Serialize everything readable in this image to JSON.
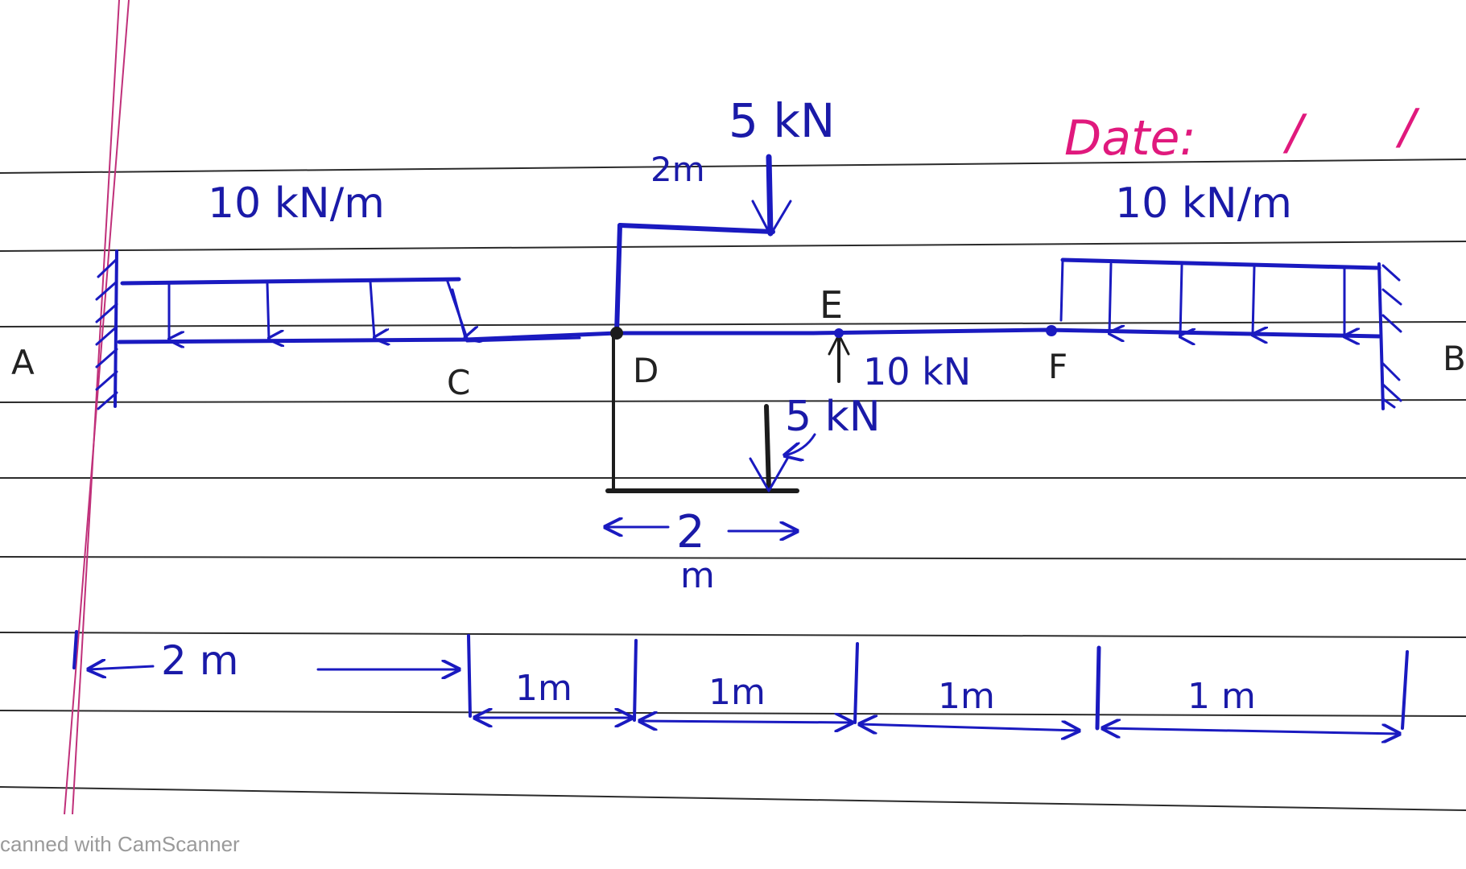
{
  "header": {
    "date_label": "Date:",
    "date_slash_1": "/",
    "date_slash_2": "/"
  },
  "points": {
    "a": "A",
    "c": "C",
    "d": "D",
    "e": "E",
    "f": "F",
    "b": "B"
  },
  "loads": {
    "udl_left": "10 kN/m",
    "udl_right": "10 kN/m",
    "top_point_load": "5 kN",
    "bottom_point_load": "5 kN",
    "upward_load_e": "10 kN"
  },
  "dimensions": {
    "top_arm": "2m",
    "bottom_arm_value": "2",
    "bottom_arm_unit": "m",
    "span_ac": "2 m",
    "span_1": "1m",
    "span_2": "1m",
    "span_3": "1m",
    "span_4": "1 m"
  },
  "footer": {
    "scanner_text": "canned with CamScanner"
  },
  "colors": {
    "ink_blue": "#1a1ac0",
    "ink_black": "#1c1c1c",
    "date_pink": "#e0197d",
    "margin_pink": "#c0307a"
  }
}
